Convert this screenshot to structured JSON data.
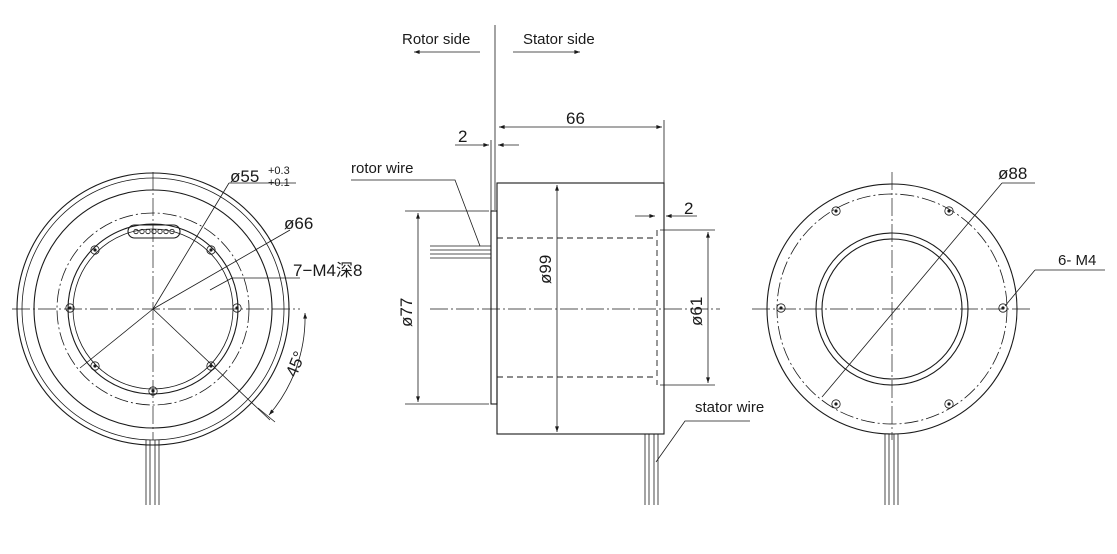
{
  "labels": {
    "rotor_side": "Rotor side",
    "stator_side": "Stator side",
    "rotor_wire": "rotor wire",
    "stator_wire": "stator wire"
  },
  "dimensions": {
    "length": "66",
    "flange_thickness": "2",
    "step": "2",
    "dia_99": "ø99",
    "dia_77": "ø77",
    "dia_61": "ø61",
    "dia_55": "ø55",
    "tol_upper": "+0.3",
    "tol_lower": "+0.1",
    "dia_66": "ø66",
    "rotor_holes": "7−M4深8",
    "angle": "45°",
    "dia_88": "ø88",
    "stator_holes": "6- M4"
  }
}
